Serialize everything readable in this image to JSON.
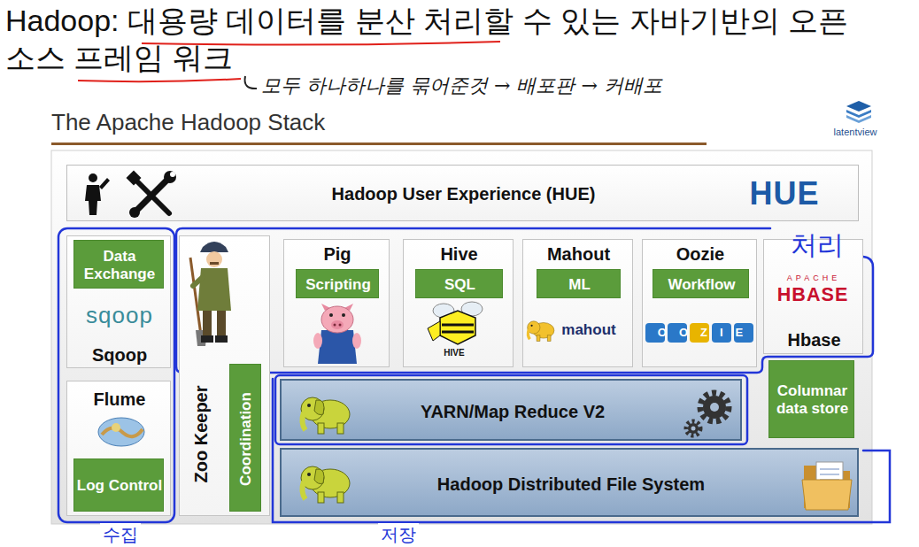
{
  "diagram": {
    "title": "Hadoop: 대용량 데이터를 분산 처리할 수 있는 자바기반의 오픈 소스 프레임 워크",
    "nodes": [
      {
        "text": [
          "The Apache Hadoop Stack"
        ]
      },
      {
        "text": [
          "Hadoop User Experience (HUE)"
        ],
        "in": 0
      },
      {
        "text": [
          "Sqoop"
        ],
        "in": 0
      },
      {
        "text": [
          "Data Exchange"
        ],
        "in": 2
      },
      {
        "text": [
          "Flume"
        ],
        "in": 0
      },
      {
        "text": [
          "Log Control"
        ],
        "in": 4
      },
      {
        "text": [
          "Zoo Keeper"
        ],
        "in": 0
      },
      {
        "text": [
          "Coordination"
        ],
        "in": 6
      },
      {
        "text": [
          "Pig"
        ],
        "in": 0
      },
      {
        "text": [
          "Scripting"
        ],
        "in": 8
      },
      {
        "text": [
          "Hive"
        ],
        "in": 0
      },
      {
        "text": [
          "SQL"
        ],
        "in": 10
      },
      {
        "text": [
          "Mahout"
        ],
        "in": 0
      },
      {
        "text": [
          "ML"
        ],
        "in": 12
      },
      {
        "text": [
          "Oozie"
        ],
        "in": 0
      },
      {
        "text": [
          "Workflow"
        ],
        "in": 14
      },
      {
        "text": [
          "Hbase"
        ],
        "in": 0
      },
      {
        "text": [
          "Columnar data store"
        ],
        "in": 0
      },
      {
        "text": [
          "YARN/Map Reduce V2"
        ],
        "in": 0
      },
      {
        "text": [
          "Hadoop Distributed File System"
        ],
        "in": 0
      }
    ],
    "labels": [
      "HUE",
      "sqoop",
      "HIVE",
      "mahout",
      "OOZIE",
      "APACHE",
      "HBASE",
      "latentview",
      "모두 하나하나를 묶어준것 → 배포판 → 커배포",
      "처리",
      "수집",
      "저장"
    ]
  }
}
